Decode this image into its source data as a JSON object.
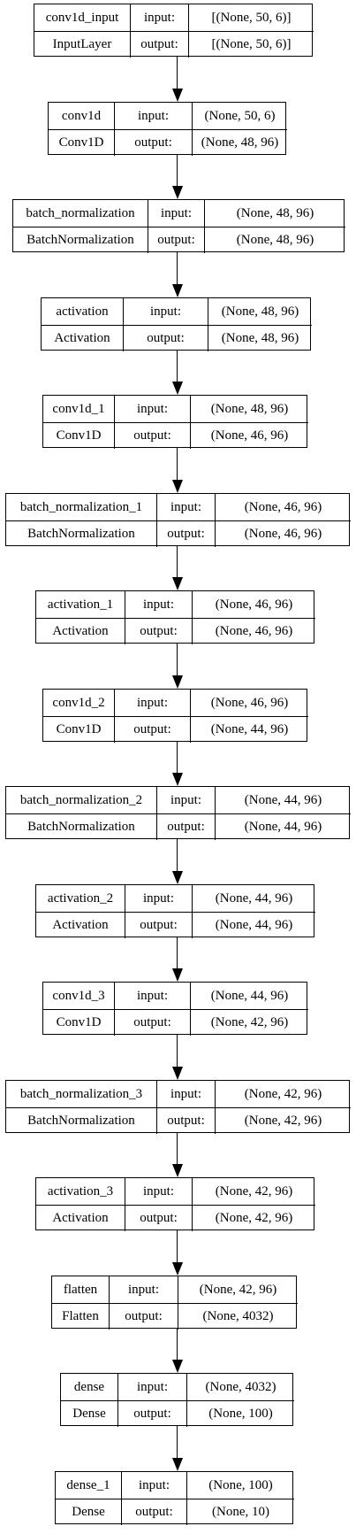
{
  "diagram": {
    "port_labels": {
      "input": "input:",
      "output": "output:"
    },
    "layers": [
      {
        "name": "conv1d_input",
        "type": "InputLayer",
        "input_shape": "[(None, 50, 6)]",
        "output_shape": "[(None, 50, 6)]"
      },
      {
        "name": "conv1d",
        "type": "Conv1D",
        "input_shape": "(None, 50, 6)",
        "output_shape": "(None, 48, 96)"
      },
      {
        "name": "batch_normalization",
        "type": "BatchNormalization",
        "input_shape": "(None, 48, 96)",
        "output_shape": "(None, 48, 96)"
      },
      {
        "name": "activation",
        "type": "Activation",
        "input_shape": "(None, 48, 96)",
        "output_shape": "(None, 48, 96)"
      },
      {
        "name": "conv1d_1",
        "type": "Conv1D",
        "input_shape": "(None, 48, 96)",
        "output_shape": "(None, 46, 96)"
      },
      {
        "name": "batch_normalization_1",
        "type": "BatchNormalization",
        "input_shape": "(None, 46, 96)",
        "output_shape": "(None, 46, 96)"
      },
      {
        "name": "activation_1",
        "type": "Activation",
        "input_shape": "(None, 46, 96)",
        "output_shape": "(None, 46, 96)"
      },
      {
        "name": "conv1d_2",
        "type": "Conv1D",
        "input_shape": "(None, 46, 96)",
        "output_shape": "(None, 44, 96)"
      },
      {
        "name": "batch_normalization_2",
        "type": "BatchNormalization",
        "input_shape": "(None, 44, 96)",
        "output_shape": "(None, 44, 96)"
      },
      {
        "name": "activation_2",
        "type": "Activation",
        "input_shape": "(None, 44, 96)",
        "output_shape": "(None, 44, 96)"
      },
      {
        "name": "conv1d_3",
        "type": "Conv1D",
        "input_shape": "(None, 44, 96)",
        "output_shape": "(None, 42, 96)"
      },
      {
        "name": "batch_normalization_3",
        "type": "BatchNormalization",
        "input_shape": "(None, 42, 96)",
        "output_shape": "(None, 42, 96)"
      },
      {
        "name": "activation_3",
        "type": "Activation",
        "input_shape": "(None, 42, 96)",
        "output_shape": "(None, 42, 96)"
      },
      {
        "name": "flatten",
        "type": "Flatten",
        "input_shape": "(None, 42, 96)",
        "output_shape": "(None, 4032)"
      },
      {
        "name": "dense",
        "type": "Dense",
        "input_shape": "(None, 4032)",
        "output_shape": "(None, 100)"
      },
      {
        "name": "dense_1",
        "type": "Dense",
        "input_shape": "(None, 100)",
        "output_shape": "(None, 10)"
      }
    ]
  }
}
